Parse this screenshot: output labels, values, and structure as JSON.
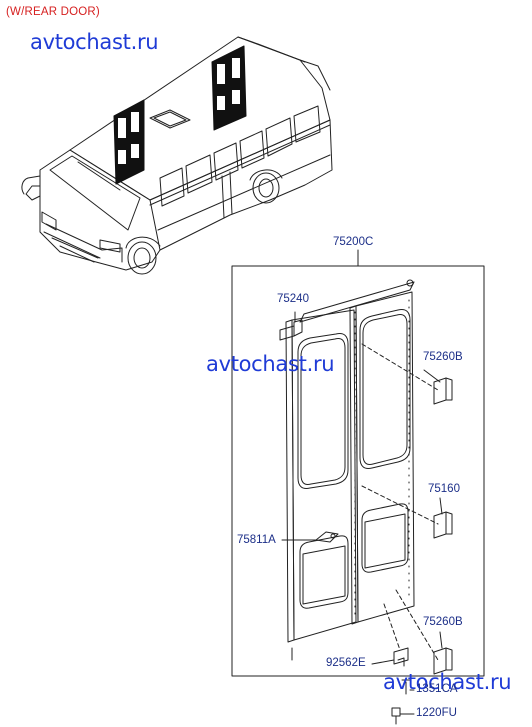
{
  "title": "(W/REAR DOOR)",
  "watermarks": [
    "avtochast.ru",
    "avtochast.ru",
    "avtochast.ru"
  ],
  "parts": {
    "assembly": "75200C",
    "hinge_top": "75240",
    "hinge_right_top": "75260B",
    "hinge_right_mid": "75160",
    "handle": "75811A",
    "hinge_right_bottom": "75260B",
    "pivot": "92562E",
    "bolt_upper": "1351CA",
    "bolt_lower": "1220FU"
  },
  "colors": {
    "title": "#d62020",
    "watermark": "#1f3bd6",
    "part_number": "#1c2f88",
    "line": "#222222"
  }
}
